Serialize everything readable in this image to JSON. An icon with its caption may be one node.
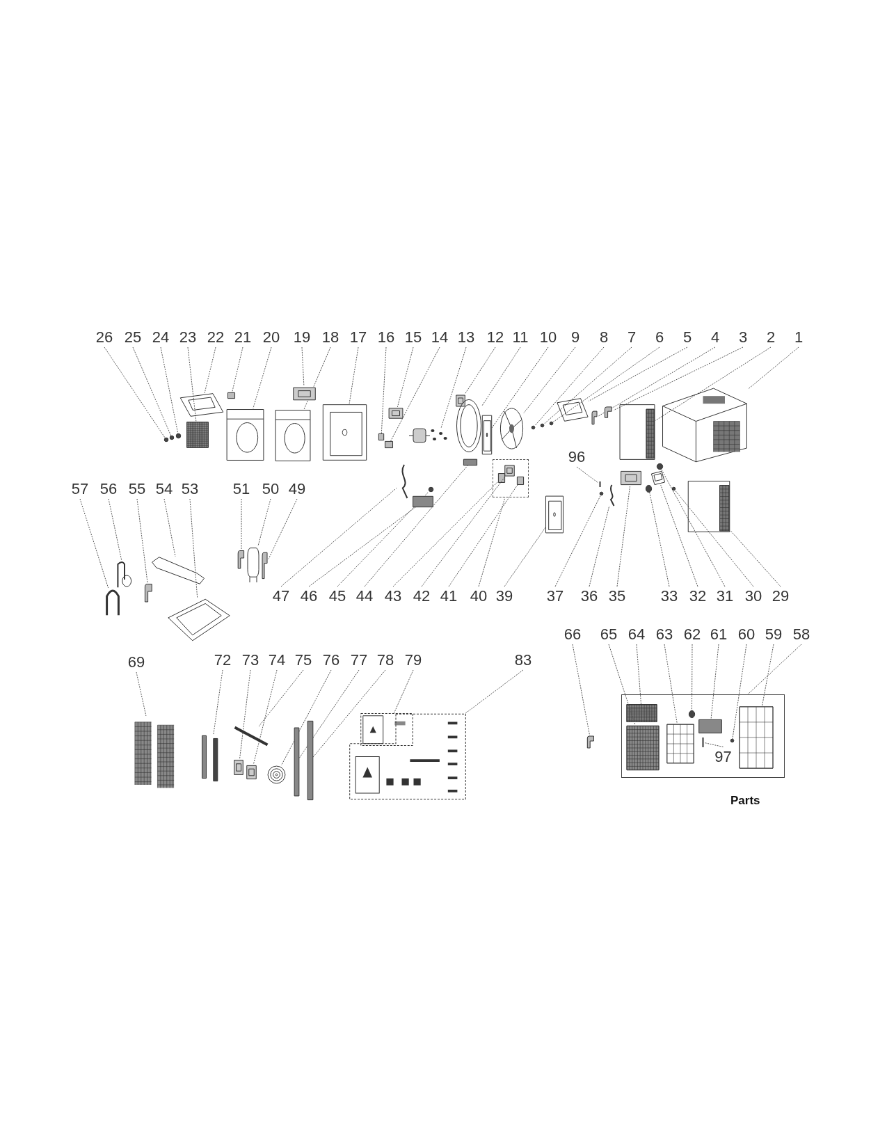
{
  "diagram": {
    "title": "Parts",
    "nodes": [
      {
        "text": [
          "26"
        ]
      },
      {
        "text": [],
        "shape": "circle"
      },
      {
        "text": [
          "25"
        ]
      },
      {
        "text": [],
        "shape": "circle"
      },
      {
        "text": [
          "24"
        ]
      },
      {
        "text": [],
        "shape": "circle"
      },
      {
        "text": [
          "23"
        ]
      },
      {
        "text": [],
        "shape": "picture"
      },
      {
        "text": [
          "22"
        ]
      },
      {
        "text": [],
        "shape": "picture"
      },
      {
        "text": [
          "21"
        ]
      },
      {
        "text": [],
        "shape": "box"
      },
      {
        "text": [
          "20"
        ]
      },
      {
        "text": [],
        "shape": "picture"
      },
      {
        "text": [
          "19"
        ]
      },
      {
        "text": [],
        "shape": "picture"
      },
      {
        "text": [
          "18"
        ]
      },
      {
        "text": [],
        "shape": "picture"
      },
      {
        "text": [
          "17"
        ]
      },
      {
        "text": [],
        "shape": "picture"
      },
      {
        "text": [
          "16"
        ]
      },
      {
        "text": [],
        "shape": "box"
      },
      {
        "text": [
          "15"
        ]
      },
      {
        "text": [],
        "shape": "picture"
      },
      {
        "text": [
          "14"
        ]
      },
      {
        "text": [],
        "shape": "box"
      },
      {
        "text": [
          "13"
        ]
      },
      {
        "text": [],
        "shape": "picture"
      },
      {
        "text": [
          "12"
        ]
      },
      {
        "text": [],
        "shape": "picture"
      },
      {
        "text": [
          "11"
        ]
      },
      {
        "text": [],
        "shape": "picture"
      },
      {
        "text": [
          "10"
        ]
      },
      {
        "text": [],
        "shape": "picture"
      },
      {
        "text": [
          "9"
        ]
      },
      {
        "text": [],
        "shape": "picture"
      },
      {
        "text": [
          "8"
        ]
      },
      {
        "text": [],
        "shape": "circle"
      },
      {
        "text": [
          "7"
        ]
      },
      {
        "text": [],
        "shape": "circle"
      },
      {
        "text": [
          "6"
        ]
      },
      {
        "text": [],
        "shape": "circle"
      },
      {
        "text": [
          "5"
        ]
      },
      {
        "text": [],
        "shape": "picture"
      },
      {
        "text": [
          "4"
        ]
      },
      {
        "text": [],
        "shape": "picture"
      },
      {
        "text": [
          "3"
        ]
      },
      {
        "text": [],
        "shape": "picture"
      },
      {
        "text": [
          "2"
        ]
      },
      {
        "text": [],
        "shape": "picture"
      },
      {
        "text": [
          "1"
        ]
      },
      {
        "text": [],
        "shape": "picture"
      },
      {
        "text": [
          "96"
        ]
      },
      {
        "text": [],
        "shape": "picture"
      },
      {
        "text": [
          "57"
        ]
      },
      {
        "text": [],
        "shape": "picture"
      },
      {
        "text": [
          "56"
        ]
      },
      {
        "text": [],
        "shape": "picture"
      },
      {
        "text": [
          "55"
        ]
      },
      {
        "text": [],
        "shape": "picture"
      },
      {
        "text": [
          "54"
        ]
      },
      {
        "text": [],
        "shape": "picture"
      },
      {
        "text": [
          "53"
        ]
      },
      {
        "text": [],
        "shape": "picture"
      },
      {
        "text": [
          "51"
        ]
      },
      {
        "text": [],
        "shape": "picture"
      },
      {
        "text": [
          "50"
        ]
      },
      {
        "text": [],
        "shape": "picture"
      },
      {
        "text": [
          "49"
        ]
      },
      {
        "text": [],
        "shape": "picture"
      },
      {
        "text": [
          "47"
        ]
      },
      {
        "text": [],
        "shape": "picture"
      },
      {
        "text": [
          "46"
        ]
      },
      {
        "text": [],
        "shape": "bar"
      },
      {
        "text": [
          "45"
        ]
      },
      {
        "text": [],
        "shape": "circle"
      },
      {
        "text": [
          "44"
        ]
      },
      {
        "text": [],
        "shape": "bar"
      },
      {
        "text": [
          "40"
        ]
      },
      {
        "text": [],
        "shape": "box"
      },
      {
        "text": [
          "43"
        ]
      },
      {
        "text": [],
        "shape": "box",
        "in": 79
      },
      {
        "text": [
          "42"
        ]
      },
      {
        "text": [],
        "shape": "picture",
        "in": 79
      },
      {
        "text": [
          "41"
        ]
      },
      {
        "text": [],
        "shape": "box",
        "in": 79
      },
      {
        "text": [
          "39"
        ]
      },
      {
        "text": [],
        "shape": "picture"
      },
      {
        "text": [
          "37"
        ]
      },
      {
        "text": [],
        "shape": "circle"
      },
      {
        "text": [
          "36"
        ]
      },
      {
        "text": [],
        "shape": "picture"
      },
      {
        "text": [
          "35"
        ]
      },
      {
        "text": [],
        "shape": "picture"
      },
      {
        "text": [
          "33"
        ]
      },
      {
        "text": [],
        "shape": "circle"
      },
      {
        "text": [
          "32"
        ]
      },
      {
        "text": [],
        "shape": "picture"
      },
      {
        "text": [
          "31"
        ]
      },
      {
        "text": [],
        "shape": "circle"
      },
      {
        "text": [
          "30"
        ]
      },
      {
        "text": [],
        "shape": "circle"
      },
      {
        "text": [
          "29"
        ]
      },
      {
        "text": [],
        "shape": "picture"
      },
      {
        "text": [
          "69"
        ]
      },
      {
        "text": [],
        "shape": "picture"
      },
      {
        "text": [
          "72"
        ]
      },
      {
        "text": [],
        "shape": "picture"
      },
      {
        "text": [
          "73"
        ]
      },
      {
        "text": [],
        "shape": "picture"
      },
      {
        "text": [
          "74"
        ]
      },
      {
        "text": [],
        "shape": "picture"
      },
      {
        "text": [
          "75"
        ]
      },
      {
        "text": [],
        "shape": "picture"
      },
      {
        "text": [
          "76"
        ]
      },
      {
        "text": [],
        "shape": "picture"
      },
      {
        "text": [
          "77"
        ]
      },
      {
        "text": [],
        "shape": "bar"
      },
      {
        "text": [
          "78"
        ]
      },
      {
        "text": [],
        "shape": "bar"
      },
      {
        "text": [
          "79"
        ]
      },
      {
        "text": [],
        "shape": "picture"
      },
      {
        "text": [
          "83"
        ]
      },
      {
        "text": [],
        "shape": "picture"
      },
      {
        "text": [
          "58"
        ]
      },
      {
        "text": [],
        "shape": "box"
      },
      {
        "text": [
          "66"
        ]
      },
      {
        "text": [],
        "shape": "picture"
      },
      {
        "text": [
          "65"
        ]
      },
      {
        "text": [],
        "shape": "picture",
        "in": 125
      },
      {
        "text": [
          "64"
        ]
      },
      {
        "text": [],
        "shape": "picture",
        "in": 125
      },
      {
        "text": [
          "63"
        ]
      },
      {
        "text": [],
        "shape": "picture",
        "in": 125
      },
      {
        "text": [
          "62"
        ]
      },
      {
        "text": [],
        "shape": "circle",
        "in": 125
      },
      {
        "text": [
          "61"
        ]
      },
      {
        "text": [],
        "shape": "bar",
        "in": 125
      },
      {
        "text": [
          "60"
        ]
      },
      {
        "text": [],
        "shape": "circle",
        "in": 125
      },
      {
        "text": [
          "59"
        ]
      },
      {
        "text": [],
        "shape": "picture",
        "in": 125
      },
      {
        "text": [
          "97"
        ],
        "in": 125
      },
      {
        "text": [],
        "shape": "picture",
        "in": 125
      }
    ],
    "edges": [
      {
        "from": 0,
        "to": 1,
        "arrow": "none"
      },
      {
        "from": 2,
        "to": 3,
        "arrow": "none"
      },
      {
        "from": 4,
        "to": 5,
        "arrow": "none"
      },
      {
        "from": 6,
        "to": 7,
        "arrow": "none"
      },
      {
        "from": 8,
        "to": 9,
        "arrow": "none"
      },
      {
        "from": 10,
        "to": 11,
        "arrow": "none"
      },
      {
        "from": 12,
        "to": 13,
        "arrow": "none"
      },
      {
        "from": 14,
        "to": 15,
        "arrow": "none"
      },
      {
        "from": 16,
        "to": 17,
        "arrow": "none"
      },
      {
        "from": 18,
        "to": 19,
        "arrow": "none"
      },
      {
        "from": 20,
        "to": 21,
        "arrow": "none"
      },
      {
        "from": 22,
        "to": 23,
        "arrow": "none"
      },
      {
        "from": 24,
        "to": 25,
        "arrow": "none"
      },
      {
        "from": 26,
        "to": 27,
        "arrow": "none"
      },
      {
        "from": 28,
        "to": 29,
        "arrow": "none"
      },
      {
        "from": 30,
        "to": 31,
        "arrow": "none"
      },
      {
        "from": 32,
        "to": 33,
        "arrow": "none"
      },
      {
        "from": 34,
        "to": 35,
        "arrow": "none"
      },
      {
        "from": 36,
        "to": 37,
        "arrow": "none"
      },
      {
        "from": 38,
        "to": 39,
        "arrow": "none"
      },
      {
        "from": 40,
        "to": 41,
        "arrow": "none"
      },
      {
        "from": 42,
        "to": 43,
        "arrow": "none"
      },
      {
        "from": 44,
        "to": 45,
        "arrow": "none"
      },
      {
        "from": 46,
        "to": 47,
        "arrow": "none"
      },
      {
        "from": 48,
        "to": 49,
        "arrow": "none"
      },
      {
        "from": 50,
        "to": 51,
        "arrow": "none"
      },
      {
        "from": 52,
        "to": 53,
        "arrow": "none"
      },
      {
        "from": 54,
        "to": 55,
        "arrow": "none"
      },
      {
        "from": 56,
        "to": 57,
        "arrow": "none"
      },
      {
        "from": 58,
        "to": 59,
        "arrow": "none"
      },
      {
        "from": 60,
        "to": 61,
        "arrow": "none"
      },
      {
        "from": 62,
        "to": 63,
        "arrow": "none"
      },
      {
        "from": 64,
        "to": 65,
        "arrow": "none"
      },
      {
        "from": 66,
        "to": 67,
        "arrow": "none"
      },
      {
        "from": 68,
        "to": 69,
        "arrow": "none"
      },
      {
        "from": 70,
        "to": 71,
        "arrow": "none"
      },
      {
        "from": 72,
        "to": 73,
        "arrow": "none"
      },
      {
        "from": 74,
        "to": 75,
        "arrow": "none"
      },
      {
        "from": 76,
        "to": 77,
        "arrow": "none"
      },
      {
        "from": 78,
        "to": 79,
        "arrow": "none"
      },
      {
        "from": 80,
        "to": 81,
        "arrow": "none"
      },
      {
        "from": 82,
        "to": 83,
        "arrow": "none"
      },
      {
        "from": 84,
        "to": 85,
        "arrow": "none"
      },
      {
        "from": 86,
        "to": 87,
        "arrow": "none"
      },
      {
        "from": 88,
        "to": 89,
        "arrow": "none"
      },
      {
        "from": 90,
        "to": 91,
        "arrow": "none"
      },
      {
        "from": 92,
        "to": 93,
        "arrow": "none"
      },
      {
        "from": 94,
        "to": 95,
        "arrow": "none"
      },
      {
        "from": 96,
        "to": 97,
        "arrow": "none"
      },
      {
        "from": 98,
        "to": 99,
        "arrow": "none"
      },
      {
        "from": 100,
        "to": 101,
        "arrow": "none"
      },
      {
        "from": 102,
        "to": 103,
        "arrow": "none"
      },
      {
        "from": 104,
        "to": 105,
        "arrow": "none"
      },
      {
        "from": 106,
        "to": 107,
        "arrow": "none"
      },
      {
        "from": 108,
        "to": 109,
        "arrow": "none"
      },
      {
        "from": 110,
        "to": 111,
        "arrow": "none"
      },
      {
        "from": 112,
        "to": 113,
        "arrow": "none"
      },
      {
        "from": 114,
        "to": 115,
        "arrow": "none"
      },
      {
        "from": 116,
        "to": 117,
        "arrow": "none"
      },
      {
        "from": 118,
        "to": 119,
        "arrow": "none"
      },
      {
        "from": 120,
        "to": 121,
        "arrow": "none"
      },
      {
        "from": 122,
        "to": 123,
        "arrow": "none"
      },
      {
        "from": 124,
        "to": 125,
        "arrow": "none"
      },
      {
        "from": 126,
        "to": 127,
        "arrow": "none"
      },
      {
        "from": 128,
        "to": 129,
        "arrow": "none"
      },
      {
        "from": 130,
        "to": 131,
        "arrow": "none"
      },
      {
        "from": 132,
        "to": 133,
        "arrow": "none"
      },
      {
        "from": 134,
        "to": 135,
        "arrow": "none"
      },
      {
        "from": 136,
        "to": 137,
        "arrow": "none"
      },
      {
        "from": 138,
        "to": 139,
        "arrow": "none"
      },
      {
        "from": 140,
        "to": 141,
        "arrow": "none"
      },
      {
        "from": 142,
        "to": 143,
        "arrow": "none"
      }
    ]
  }
}
